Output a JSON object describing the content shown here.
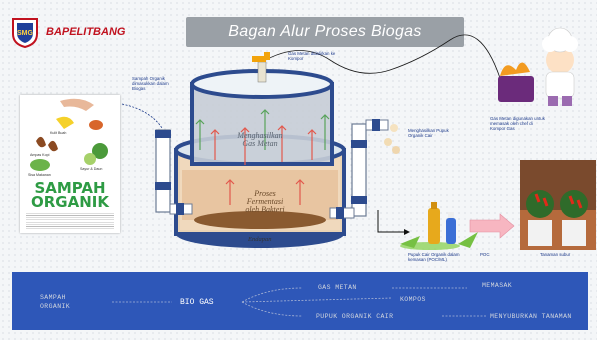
{
  "header": {
    "logo_text": "BAPELITBANG",
    "logo_badge": "SMG",
    "title": "Bagan Alur Proses Biogas"
  },
  "poster": {
    "title_line1": "SAMPAH",
    "title_line2": "ORGANIK",
    "item_labels": [
      "Kulit Buah",
      "Sayur & Daun",
      "Sisa Makanan",
      "Ampas Kopi"
    ]
  },
  "annotations": {
    "input_note": "Sampah Organik dimasukkan dalam Biogas",
    "gas_out_note": "Gas Metan didalirkan ke Kompor",
    "fertilizer_out_note": "Menghasilkan Pupuk Organik Cair",
    "cooking_note": "Gas Metan digunakan untuk memasak oleh chef di Kompor Gas",
    "fertilizer_note": "Pupuk Cair Organik dalam kemasan (POC/ML)",
    "plant_note": "Tanaman subur",
    "bottle_label": "POC"
  },
  "tank": {
    "top_label_line1": "Menghasilkan",
    "top_label_line2": "Gas Metan",
    "mid_label_line1": "Proses",
    "mid_label_line2": "Fermentasi",
    "mid_label_line3": "oleh Bakteri",
    "bottom_label": "Endapan"
  },
  "flow": {
    "source_line1": "SAMPAH",
    "source_line2": "ORGANIK",
    "hub": "BIO GAS",
    "branch1": "GAS METAN",
    "branch1_result": "MEMASAK",
    "branch2": "KOMPOS",
    "branch3": "PUPUK ORGANIK CAIR",
    "branch3_result": "MENYUBURKAN TANAMAN"
  },
  "colors": {
    "flow_bar": "#2e57b8",
    "logo_red": "#c1121f",
    "tank_blue": "#2d4b8e",
    "poster_green": "#2e9b44"
  }
}
